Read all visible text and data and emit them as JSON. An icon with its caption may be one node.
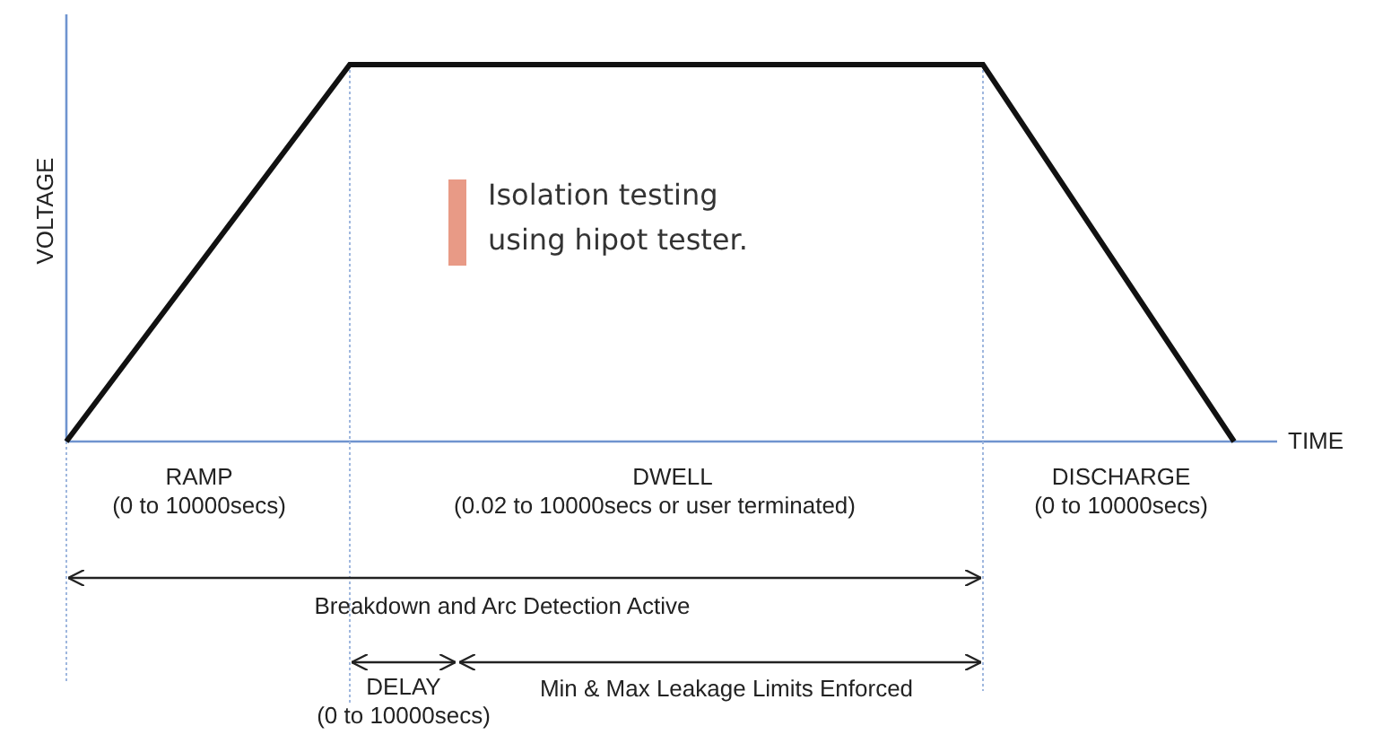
{
  "diagram": {
    "labels": [
      "VOLTAGE",
      "Isolation testing using hipot tester.",
      "TIME",
      "RAMP",
      "(0 to 10000secs)",
      "DWELL",
      "(0.02 to 10000secs or user terminated)",
      "DISCHARGE",
      "(0 to 10000secs)",
      "Breakdown and Arc Detection Active",
      "DELAY",
      "(0 to 10000secs)",
      "Min & Max Leakage Limits Enforced"
    ]
  }
}
